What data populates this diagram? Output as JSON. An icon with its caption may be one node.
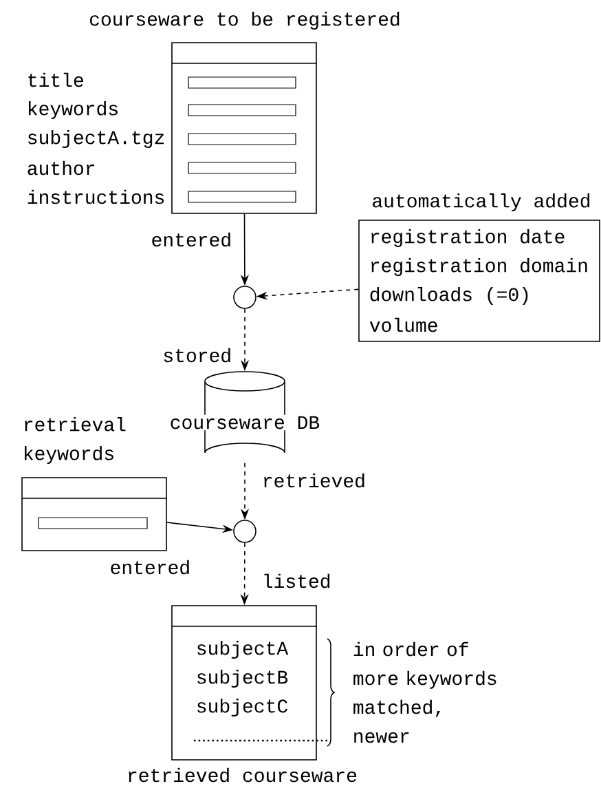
{
  "diagram": {
    "nodes": [
      {
        "text": [
          "courseware to be registered"
        ]
      },
      {
        "text": [
          "automatically added",
          "registration date",
          "registration domain",
          "downloads (=0)",
          "volume"
        ]
      },
      {
        "text": [],
        "shape": "circle"
      },
      {
        "text": [
          "courseware DB"
        ]
      },
      {
        "text": [
          "retrieval keywords"
        ]
      },
      {
        "text": [],
        "shape": "circle"
      },
      {
        "text": [
          "subjectA",
          "subjectB",
          "subjectC",
          "retrieved courseware"
        ],
        "beside": [
          "in order of more keywords matched, newer"
        ]
      }
    ],
    "edges": [
      {
        "from": 0,
        "to": 2,
        "arrow": "to",
        "label": "entered"
      },
      {
        "from": 1,
        "to": 2,
        "arrow": "to",
        "style": "dashed"
      },
      {
        "from": 2,
        "to": 3,
        "arrow": "to",
        "style": "dashed",
        "label": "stored"
      },
      {
        "from": 3,
        "to": 5,
        "arrow": "to",
        "style": "dashed",
        "label": "retrieved"
      },
      {
        "from": 4,
        "to": 5,
        "arrow": "to",
        "label": "entered"
      },
      {
        "from": 5,
        "to": 6,
        "arrow": "to",
        "style": "dashed",
        "label": "listed"
      }
    ],
    "labels": [
      "title",
      "keywords",
      "subjectA.tgz",
      "author",
      "instructions"
    ]
  }
}
